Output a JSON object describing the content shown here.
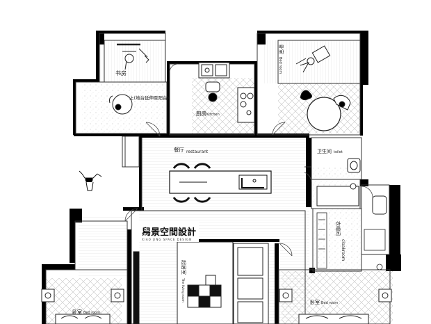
{
  "rooms": {
    "study": {
      "label": "书房",
      "note": "上(地台延伸至阳台)"
    },
    "kitchen": {
      "label": "厨房",
      "label_en": "Kitchen"
    },
    "bedroom_ne": {
      "label": "卧室",
      "label_en": "Bed room"
    },
    "dining": {
      "label": "餐厅",
      "label_en": "restaurant"
    },
    "bathroom": {
      "label": "卫生间",
      "label_en": "toilet"
    },
    "cloakroom": {
      "label": "衣帽间",
      "label_en": "cloakroom"
    },
    "living": {
      "label": "起居室",
      "label_en": "The living room"
    },
    "bedroom_sw": {
      "label": "卧室",
      "label_en": "Bed room"
    },
    "bedroom_se": {
      "label": "卧室",
      "label_en": "Bed room"
    }
  },
  "brand": {
    "name": "舄景空間設計",
    "tagline": "XIAO JING SPACE DESIGN"
  }
}
